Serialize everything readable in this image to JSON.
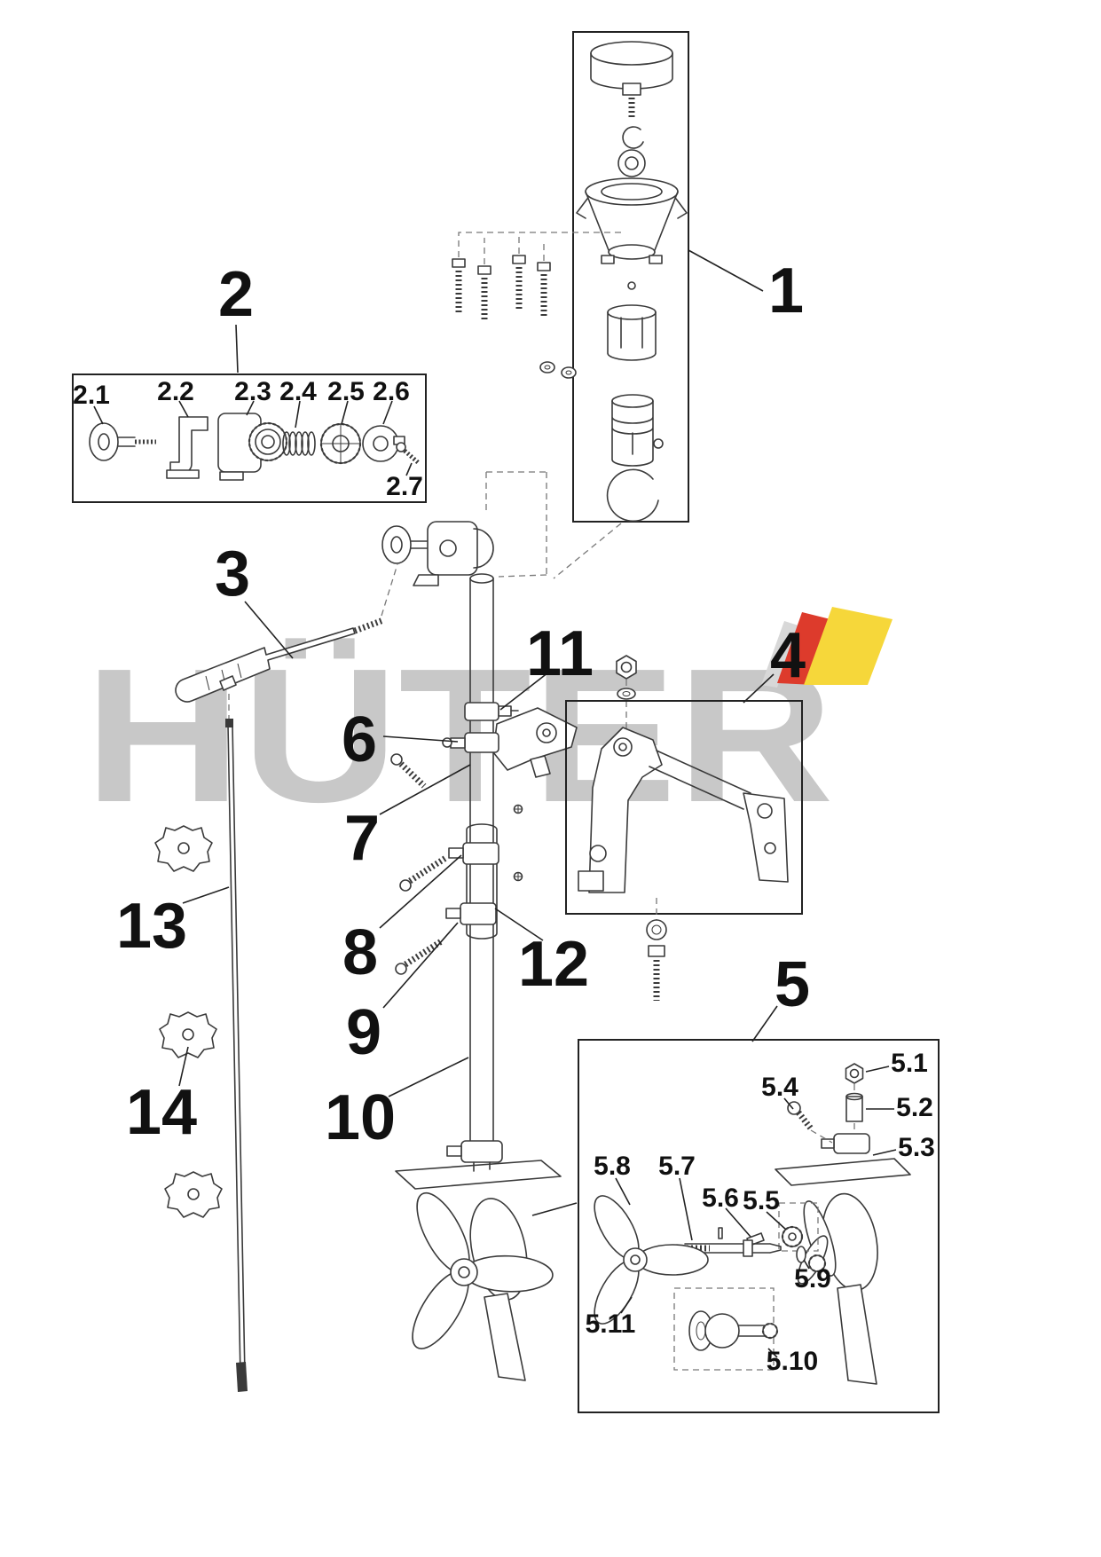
{
  "watermark": {
    "text": "HÜTER",
    "color": "#c8c8c8",
    "flag": {
      "gray": "#d8d8d8",
      "red": "#dd3b2c",
      "yellow": "#f6d73a"
    }
  },
  "labels": {
    "l1": "1",
    "l2": "2",
    "l3": "3",
    "l4": "4",
    "l5": "5",
    "l6": "6",
    "l7": "7",
    "l8": "8",
    "l9": "9",
    "l10": "10",
    "l11": "11",
    "l12": "12",
    "l13": "13",
    "l14": "14",
    "l2_1": "2.1",
    "l2_2": "2.2",
    "l2_3": "2.3",
    "l2_4": "2.4",
    "l2_5": "2.5",
    "l2_6": "2.6",
    "l2_7": "2.7",
    "l5_1": "5.1",
    "l5_2": "5.2",
    "l5_3": "5.3",
    "l5_4": "5.4",
    "l5_5": "5.5",
    "l5_6": "5.6",
    "l5_7": "5.7",
    "l5_8": "5.8",
    "l5_9": "5.9",
    "l5_10": "5.10",
    "l5_11": "5.11"
  }
}
